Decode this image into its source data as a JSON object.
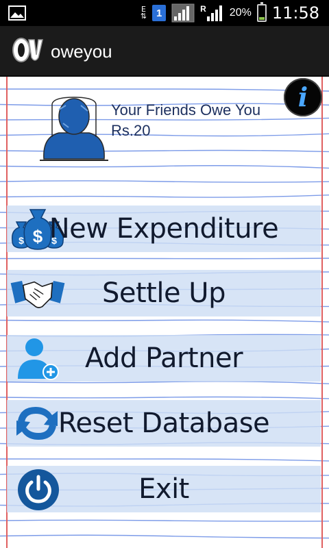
{
  "statusbar": {
    "time": "11:58",
    "battery_percent": "20%",
    "sim_slot": "1",
    "network_letter_e": "E",
    "roaming_letter": "R",
    "battery_level": 0.2
  },
  "actionbar": {
    "logo_text": "OU",
    "title": "oweyou"
  },
  "summary": {
    "line1": "Your Friends Owe You",
    "line2": "Rs.20"
  },
  "info_button": {
    "glyph": "i"
  },
  "menu": {
    "new_expenditure": "New Expenditure",
    "settle_up": "Settle Up",
    "add_partner": "Add Partner",
    "reset_database": "Reset Database",
    "exit": "Exit"
  },
  "colors": {
    "accent_blue": "#1e6fc0",
    "row_bg": "#cedef4",
    "text_dark": "#111a2e",
    "margin_red": "#e06060",
    "ruled_line": "#7c9be8"
  }
}
